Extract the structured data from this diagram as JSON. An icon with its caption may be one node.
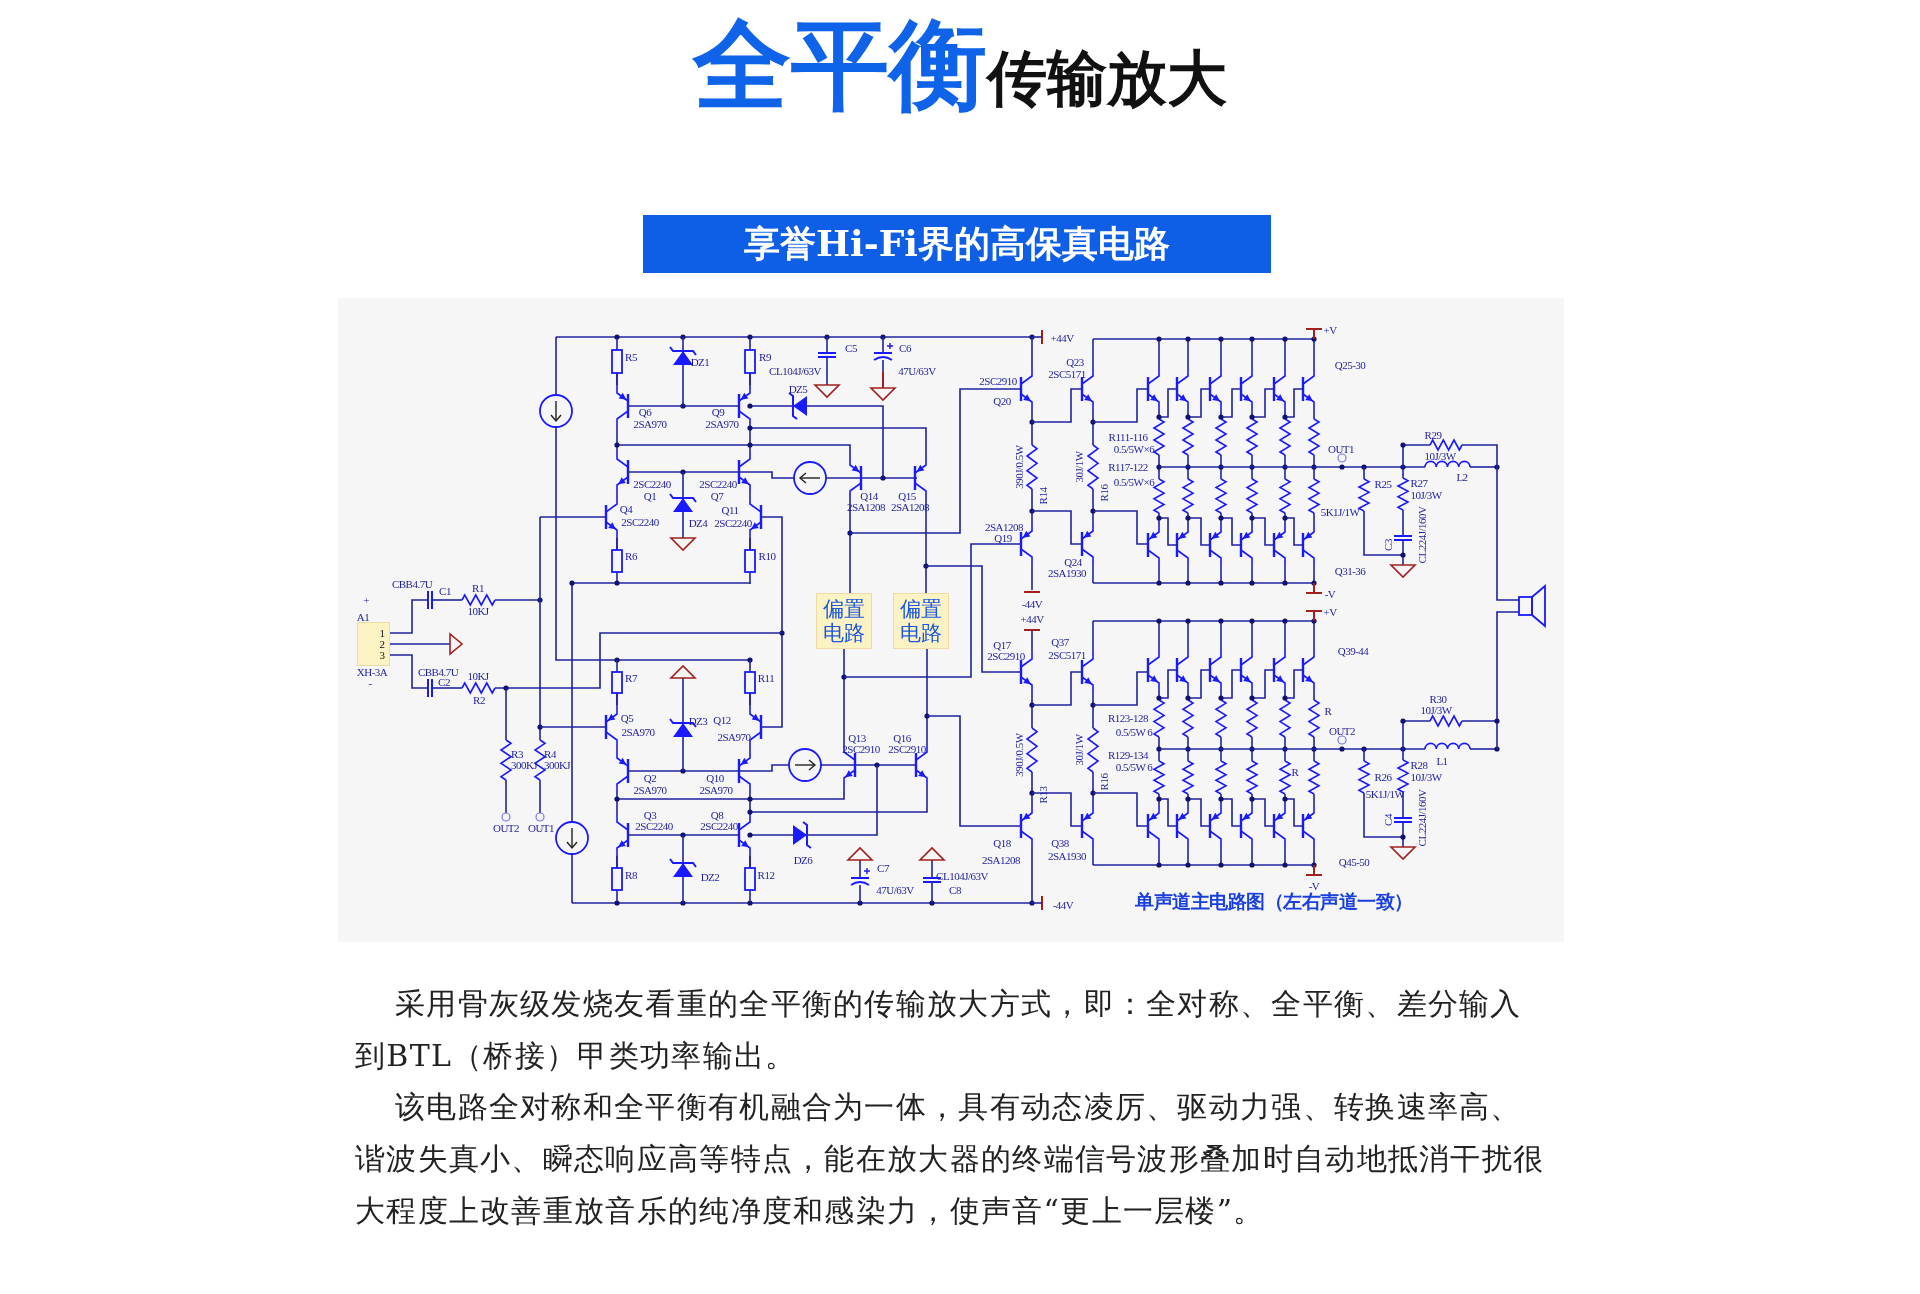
{
  "diagram": {
    "title": "**全平衡**传输放大",
    "caption": "单声道主电路图（左右声道一致）",
    "nodes": [
      {
        "text": [
          "享誉Hi-Fi界的高保真电路"
        ]
      },
      {
        "text": [
          "偏置电路"
        ]
      },
      {
        "text": [
          "偏置电路"
        ]
      },
      {
        "text": [
          "1",
          "2",
          "3"
        ],
        "beside": [
          "+",
          "A1",
          "XH-3A",
          "-"
        ]
      }
    ],
    "labels": [
      "R5",
      "DZ1",
      "R9",
      "Q6",
      "2SA970",
      "Q9",
      "2SA970",
      "C5",
      "CL104J/63V",
      "C6",
      "47U/63V",
      "+44V",
      "DZ5",
      "2SC2910",
      "Q20",
      "Q23",
      "2SC5171",
      "+V",
      "Q25-30",
      "2SC2240",
      "Q1",
      "2SC2240",
      "Q7",
      "Q14",
      "2SA1208",
      "Q15",
      "2SA1208",
      "390J/0.5W",
      "30J/1W",
      "R111-116",
      "0.5/5W×6",
      "R117-122",
      "0.5/5W×6",
      "OUT1",
      "R29",
      "10J/3W",
      "L2",
      "R25",
      "R27",
      "10J/3W",
      "5K1J/1W",
      "Q4",
      "2SC2240",
      "DZ4",
      "Q11",
      "2SC2240",
      "R14",
      "R16",
      "2SA1208",
      "Q19",
      "C3",
      "CL224J/160V",
      "R6",
      "R10",
      "Q24",
      "2SA1930",
      "Q31-36",
      "-44V",
      "-V",
      "CBB4.7U",
      "C1",
      "R1",
      "10KJ",
      "+44V",
      "CBB4.7U",
      "C2",
      "10KJ",
      "R2",
      "R7",
      "R11",
      "Q17",
      "2SC2910",
      "Q37",
      "2SC5171",
      "+V",
      "Q39-44",
      "DZ3",
      "Q5",
      "2SA970",
      "Q12",
      "2SA970",
      "R123-128",
      "0.5/5W 6",
      "R129-134",
      "0.5/5W 6",
      "R30",
      "10J/3W",
      "R",
      "OUT2",
      "Q13",
      "2SC2910",
      "Q16",
      "2SC2910",
      "390J/0.5W",
      "30J/1W",
      "R3",
      "300KJ",
      "R4",
      "300KJ",
      "L1",
      "R",
      "R26",
      "5K1J/1W",
      "R28",
      "10J/3W",
      "Q2",
      "2SA970",
      "Q10",
      "2SA970",
      "R13",
      "R16",
      "Q3",
      "2SC2240",
      "Q8",
      "2SC2240",
      "OUT2",
      "OUT1",
      "C4",
      "CL224J/160V",
      "Q18",
      "2SA1208",
      "Q38",
      "2SA1930",
      "DZ6",
      "Q45-50",
      "R8",
      "DZ2",
      "R12",
      "C7",
      "47U/63V",
      "CL104J/63V",
      "C8",
      "-44V",
      "-V",
      "采用骨灰级发烧友看重的全平衡的传输放大方式，即：全对称、全平衡、差分输入到BTL（桥接）甲类功率输出。",
      "该电路全对称和全平衡有机融合为一体，具有动态凌厉、驱动力强、转换速率高、谐波失真小、瞬态响应高等特点，能在放大器的终端信号波形叠加时自动地抵消干扰很大程度上改善重放音乐的纯净度和感染力，使声音“更上一层楼”。"
    ]
  }
}
